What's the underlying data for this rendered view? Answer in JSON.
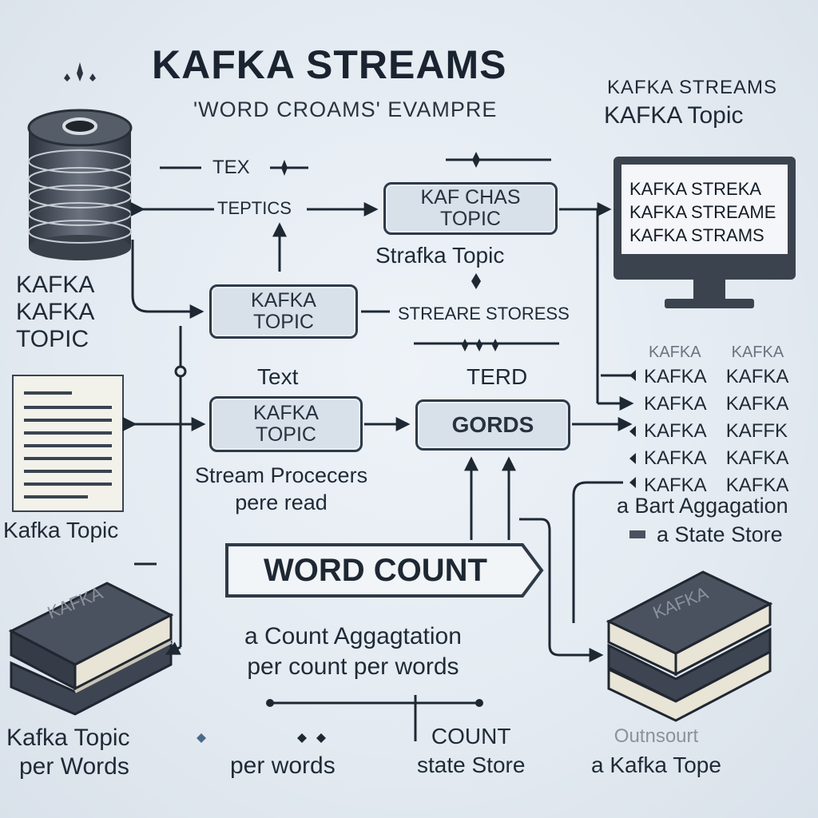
{
  "title": "KAFKA STREAMS",
  "subtitle": "'WORD CROAMS'  EVAMPRE",
  "top_right": {
    "line1": "KAFKA STREAMS",
    "line2": "KAFKA Topic"
  },
  "left_db_label": [
    "KAFKA",
    "KAFKA",
    "TOPIC"
  ],
  "arrow_labels": {
    "tex": "TEX",
    "teptics": "TEPTICS"
  },
  "node_kafchas": [
    "KAF CHAS",
    "TOPIC"
  ],
  "strafka_topic": "Strafka Topic",
  "node_kafka_topic_1": [
    "KAFKA",
    "TOPIC"
  ],
  "streare_stores": "STREARE STORESS",
  "text_label": "Text",
  "terd_label": "TERD",
  "node_kafka_topic_2": [
    "KAFKA",
    "TOPIC"
  ],
  "node_gords": "GORDS",
  "stream_processors": [
    "Stream Procecers",
    "pere read"
  ],
  "left_doc_label": "Kafka Topic",
  "monitor_lines": [
    "KAFKA STREKA",
    "KAFKA STREAME",
    "KAFKA STRAMS"
  ],
  "kafka_list_header": [
    "KAFKA",
    "KAFKA"
  ],
  "kafka_list": [
    [
      "KAFKA",
      "KAFKA"
    ],
    [
      "KAFKA",
      "KAFKA"
    ],
    [
      "KAFKA",
      "KAFFK"
    ],
    [
      "KAFKA",
      "KAFKA"
    ],
    [
      "KAFKA",
      "KAFKA"
    ]
  ],
  "bart_aggregation": "a Bart Aggagation",
  "state_store_right": "a State Store",
  "word_count": "WORD COUNT",
  "count_aggregation": [
    "a Count Aggagtation",
    "per count per words"
  ],
  "book_left_cover": "KAFKA",
  "book_right_cover": "KAFKA",
  "bottom_left": [
    "Kafka Topic",
    "per Words"
  ],
  "bottom_mid": "per words",
  "bottom_count": [
    "COUNT",
    "state Store"
  ],
  "bottom_right": [
    "Outnsourt",
    "a Kafka Tope"
  ],
  "colors": {
    "ink": "#2e3a48",
    "node_fill": "#d8e0e9",
    "screen": "#f4f6f9",
    "book": "#3d4654"
  }
}
